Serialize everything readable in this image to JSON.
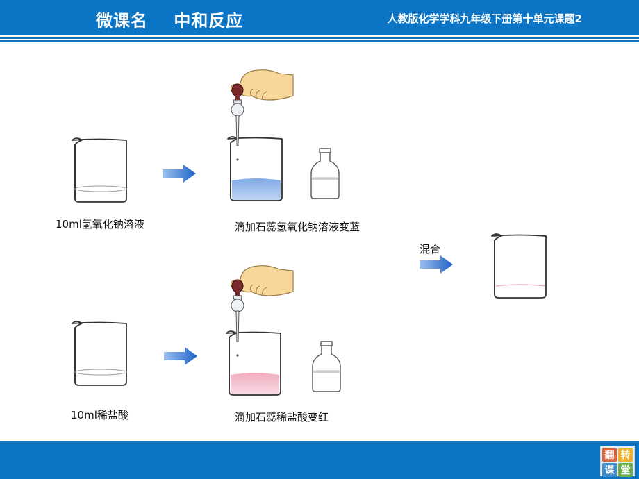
{
  "header": {
    "title": "微课名    中和反应",
    "subtitle": "人教版化学学科九年级下册第十单元课题2"
  },
  "labels": {
    "naoh": "10ml氢氧化钠溶液",
    "naoh_litmus": "滴加石蕊氢氧化钠溶液变蓝",
    "hcl": "10ml稀盐酸",
    "hcl_litmus": "滴加石蕊稀盐酸变红",
    "mix": "混合"
  },
  "logo": {
    "chars": [
      "翻",
      "转",
      "课",
      "堂"
    ]
  },
  "colors": {
    "brand_blue": "#0b74c4",
    "arrow_blue": "#1e63c8",
    "blue_solution": "#a9c6ee",
    "red_solution": "#f4cad6",
    "hand": "#f7d79a"
  }
}
